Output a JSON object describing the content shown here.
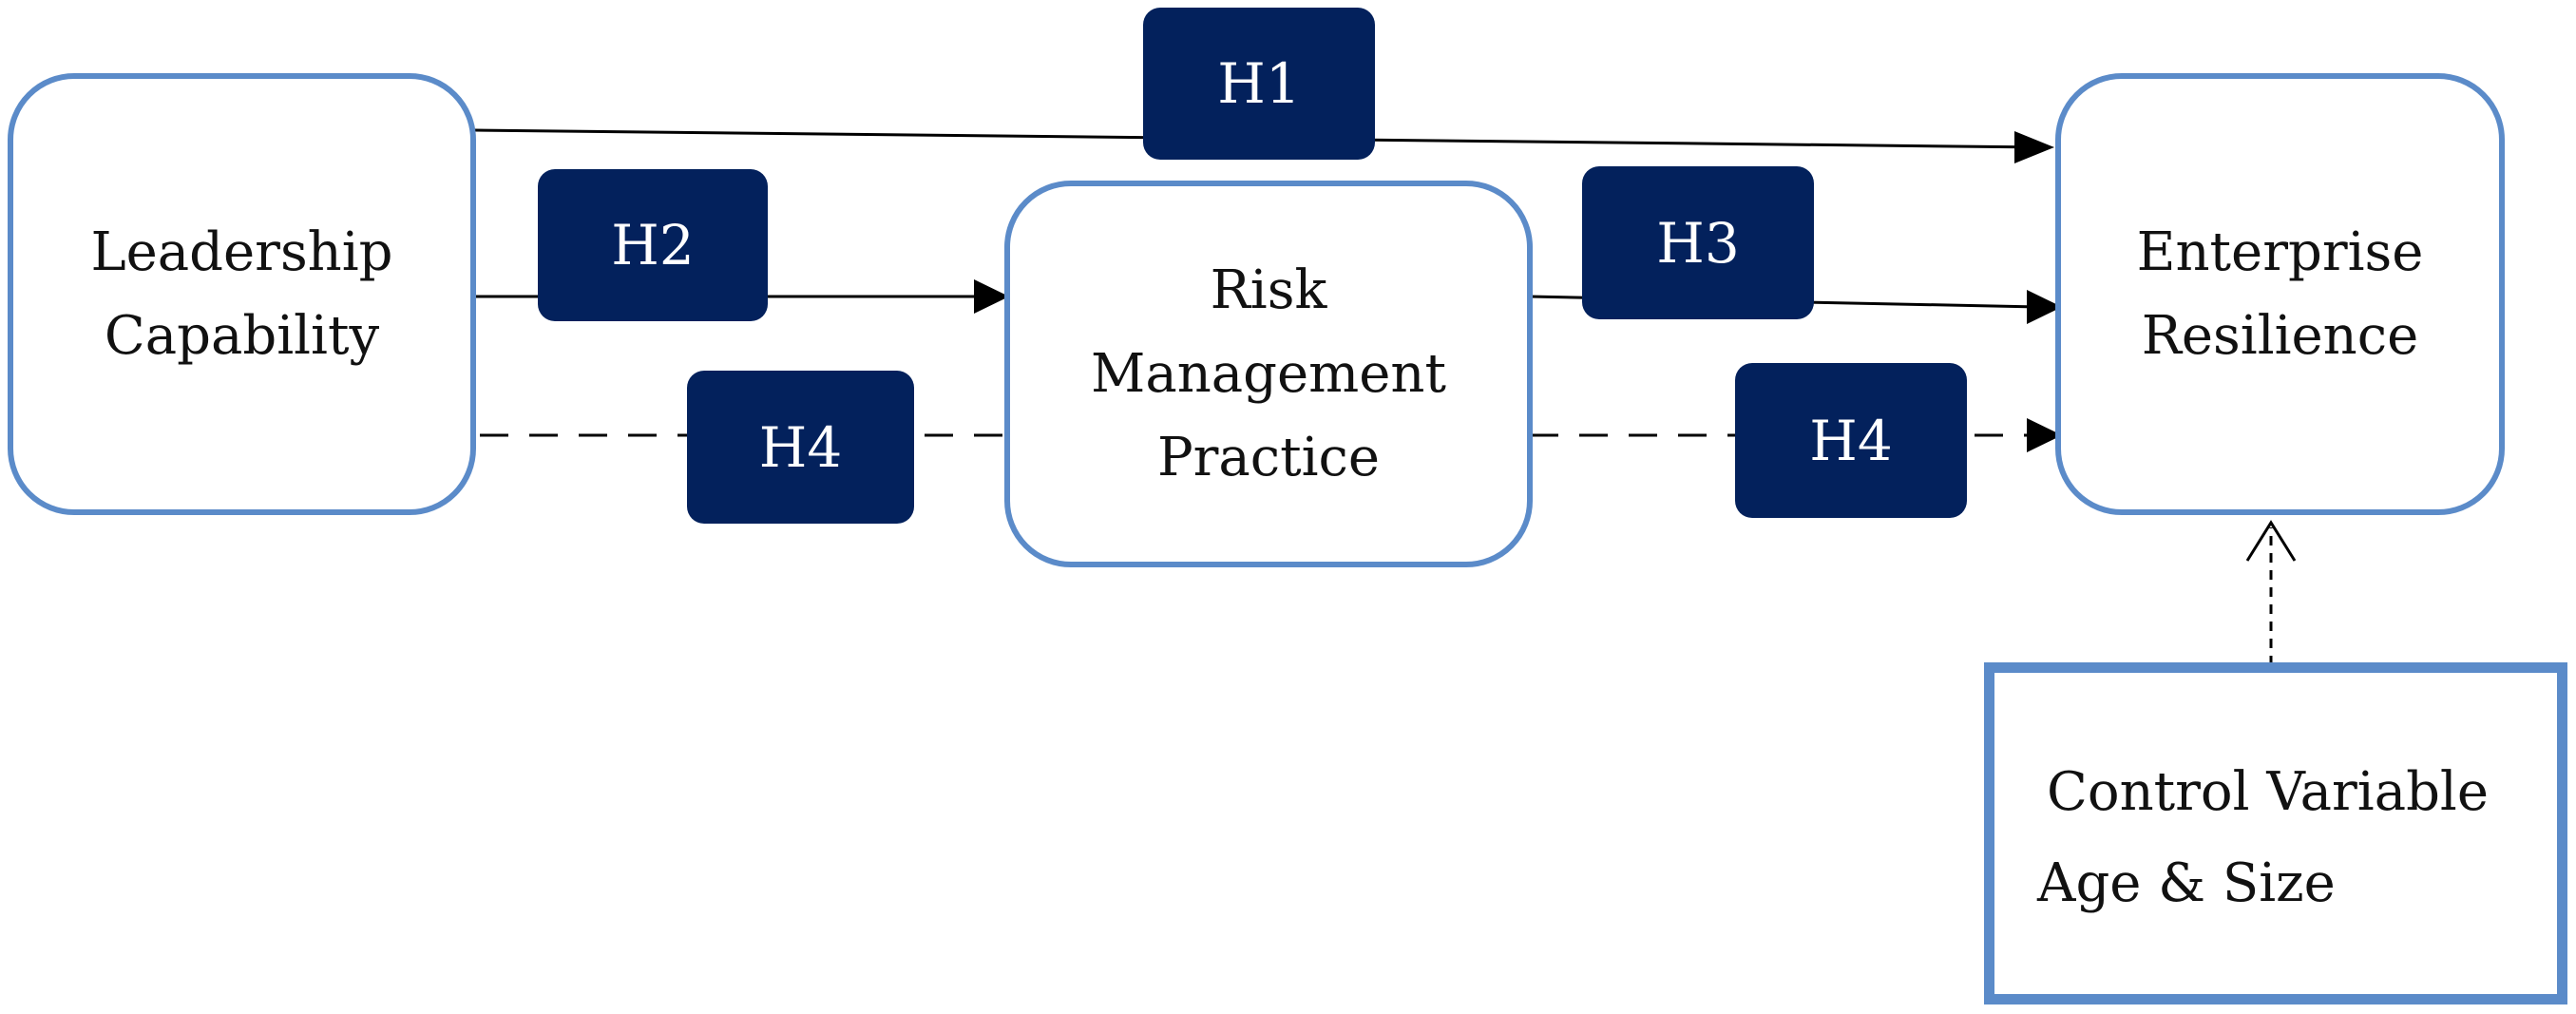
{
  "nodes": {
    "leadership": {
      "line1": "Leadership",
      "line2": "Capability"
    },
    "risk": {
      "line1": "Risk",
      "line2": "Management",
      "line3": "Practice"
    },
    "resilience": {
      "line1": "Enterprise",
      "line2": "Resilience"
    },
    "control": {
      "line1": "Control Variable",
      "line2": "Age & Size"
    }
  },
  "hypotheses": {
    "h1": "H1",
    "h2": "H2",
    "h3": "H3",
    "h4_left": "H4",
    "h4_right": "H4"
  },
  "colors": {
    "node_border": "#5b8bc9",
    "label_fill": "#03215c",
    "label_text": "#ffffff",
    "arrow": "#000000"
  }
}
